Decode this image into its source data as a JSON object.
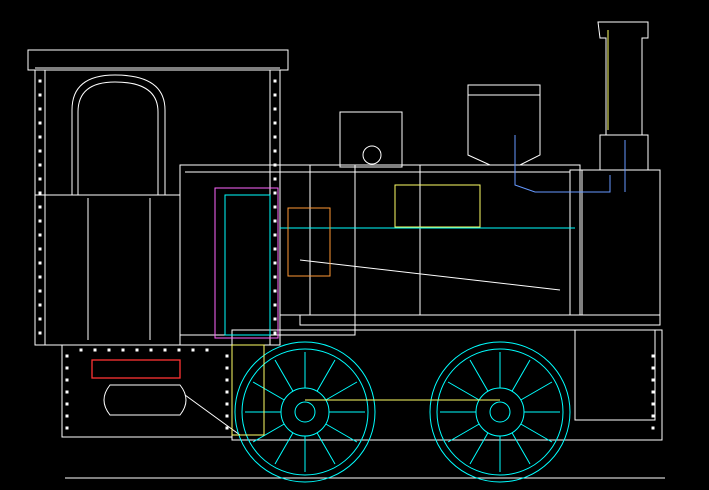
{
  "viewport": {
    "background": "#000000",
    "drawing_subject": "side-elevation-locomotive"
  },
  "layers": {
    "outline": "#ffffff",
    "cyan": "#00ffff",
    "yellow": "#ffff66",
    "orange": "#ff9933",
    "magenta": "#ff66ff",
    "red": "#ff3333",
    "blue": "#6699ff",
    "green": "#66ff66"
  },
  "drawing_parts": [
    "cab",
    "cab-roof",
    "cab-door-arch",
    "boiler",
    "smokebox",
    "chimney",
    "steam-dome",
    "sand-dome",
    "side-tank",
    "frame",
    "buffer-beam",
    "front-buffer",
    "rear-driving-wheel",
    "front-driving-wheel",
    "rear-axle-box",
    "coupling-rod",
    "cylinder",
    "nameplate",
    "running-board",
    "rail-line"
  ]
}
